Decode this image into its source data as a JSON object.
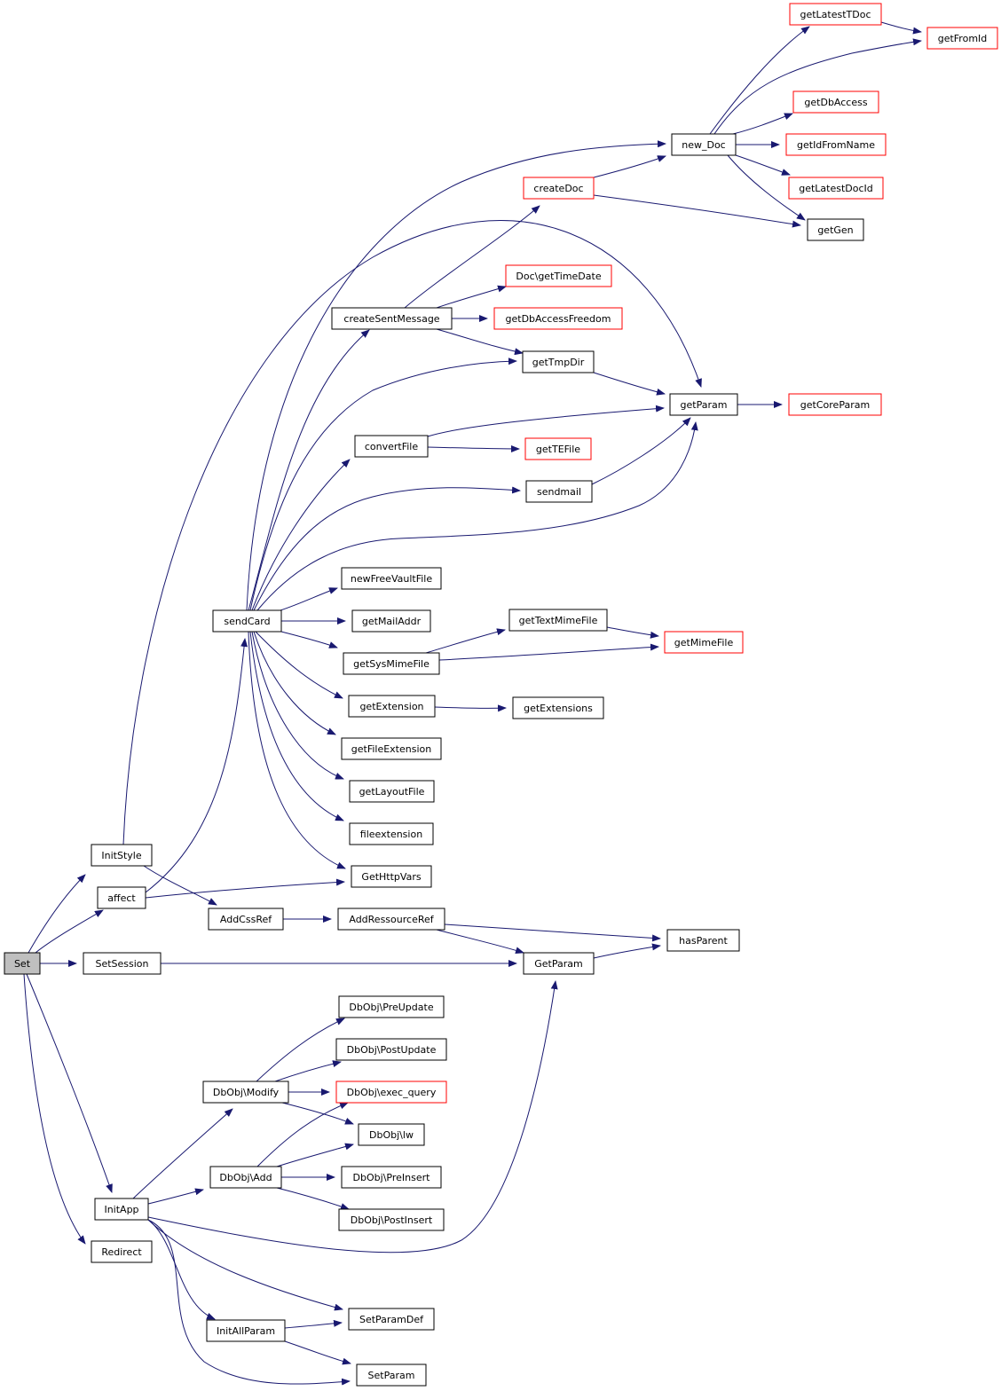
{
  "colors": {
    "edge": "#191970",
    "border_normal": "#000000",
    "border_truncated": "#ff0000",
    "fill_root": "#bfbfbf",
    "fill_normal": "#ffffff"
  },
  "nodes": [
    {
      "id": "Set",
      "label": "Set",
      "kind": "root"
    },
    {
      "id": "InitStyle",
      "label": "InitStyle",
      "kind": "normal"
    },
    {
      "id": "affect",
      "label": "affect",
      "kind": "normal"
    },
    {
      "id": "SetSession",
      "label": "SetSession",
      "kind": "normal"
    },
    {
      "id": "InitApp",
      "label": "InitApp",
      "kind": "normal"
    },
    {
      "id": "Redirect",
      "label": "Redirect",
      "kind": "normal"
    },
    {
      "id": "sendCard",
      "label": "sendCard",
      "kind": "normal"
    },
    {
      "id": "AddCssRef",
      "label": "AddCssRef",
      "kind": "normal"
    },
    {
      "id": "DbObjModify",
      "label": "DbObj\\Modify",
      "kind": "normal"
    },
    {
      "id": "DbObjAdd",
      "label": "DbObj\\Add",
      "kind": "normal"
    },
    {
      "id": "InitAllParam",
      "label": "InitAllParam",
      "kind": "normal"
    },
    {
      "id": "createSentMessage",
      "label": "createSentMessage",
      "kind": "normal"
    },
    {
      "id": "convertFile",
      "label": "convertFile",
      "kind": "normal"
    },
    {
      "id": "newFreeVaultFile",
      "label": "newFreeVaultFile",
      "kind": "normal"
    },
    {
      "id": "getMailAddr",
      "label": "getMailAddr",
      "kind": "normal"
    },
    {
      "id": "getSysMimeFile",
      "label": "getSysMimeFile",
      "kind": "normal"
    },
    {
      "id": "getExtension",
      "label": "getExtension",
      "kind": "normal"
    },
    {
      "id": "getFileExtension",
      "label": "getFileExtension",
      "kind": "normal"
    },
    {
      "id": "getLayoutFile",
      "label": "getLayoutFile",
      "kind": "normal"
    },
    {
      "id": "fileextension",
      "label": "fileextension",
      "kind": "normal"
    },
    {
      "id": "GetHttpVars",
      "label": "GetHttpVars",
      "kind": "normal"
    },
    {
      "id": "AddRessourceRef",
      "label": "AddRessourceRef",
      "kind": "normal"
    },
    {
      "id": "DbObjPreUpdate",
      "label": "DbObj\\PreUpdate",
      "kind": "normal"
    },
    {
      "id": "DbObjPostUpdate",
      "label": "DbObj\\PostUpdate",
      "kind": "normal"
    },
    {
      "id": "DbObjExecQuery",
      "label": "DbObj\\exec_query",
      "kind": "truncated"
    },
    {
      "id": "DbObjLw",
      "label": "DbObj\\lw",
      "kind": "normal"
    },
    {
      "id": "DbObjPreInsert",
      "label": "DbObj\\PreInsert",
      "kind": "normal"
    },
    {
      "id": "DbObjPostInsert",
      "label": "DbObj\\PostInsert",
      "kind": "normal"
    },
    {
      "id": "SetParamDef",
      "label": "SetParamDef",
      "kind": "normal"
    },
    {
      "id": "SetParam",
      "label": "SetParam",
      "kind": "normal"
    },
    {
      "id": "createDoc",
      "label": "createDoc",
      "kind": "truncated"
    },
    {
      "id": "DocGetTimeDate",
      "label": "Doc\\getTimeDate",
      "kind": "truncated"
    },
    {
      "id": "getDbAccessFreedom",
      "label": "getDbAccessFreedom",
      "kind": "truncated"
    },
    {
      "id": "getTmpDir",
      "label": "getTmpDir",
      "kind": "normal"
    },
    {
      "id": "getTEFile",
      "label": "getTEFile",
      "kind": "truncated"
    },
    {
      "id": "sendmail",
      "label": "sendmail",
      "kind": "normal"
    },
    {
      "id": "getTextMimeFile",
      "label": "getTextMimeFile",
      "kind": "normal"
    },
    {
      "id": "getExtensions",
      "label": "getExtensions",
      "kind": "normal"
    },
    {
      "id": "GetParam",
      "label": "GetParam",
      "kind": "normal"
    },
    {
      "id": "new_Doc",
      "label": "new_Doc",
      "kind": "normal"
    },
    {
      "id": "getParam",
      "label": "getParam",
      "kind": "normal"
    },
    {
      "id": "getMimeFile",
      "label": "getMimeFile",
      "kind": "truncated"
    },
    {
      "id": "hasParent",
      "label": "hasParent",
      "kind": "normal"
    },
    {
      "id": "getLatestTDoc",
      "label": "getLatestTDoc",
      "kind": "truncated"
    },
    {
      "id": "getDbAccess",
      "label": "getDbAccess",
      "kind": "truncated"
    },
    {
      "id": "getIdFromName",
      "label": "getIdFromName",
      "kind": "truncated"
    },
    {
      "id": "getLatestDocId",
      "label": "getLatestDocId",
      "kind": "truncated"
    },
    {
      "id": "getGen",
      "label": "getGen",
      "kind": "normal"
    },
    {
      "id": "getCoreParam",
      "label": "getCoreParam",
      "kind": "truncated"
    },
    {
      "id": "getFromId",
      "label": "getFromId",
      "kind": "truncated"
    }
  ],
  "edges": [
    [
      "Set",
      "InitStyle"
    ],
    [
      "Set",
      "affect"
    ],
    [
      "Set",
      "SetSession"
    ],
    [
      "Set",
      "InitApp"
    ],
    [
      "Set",
      "Redirect"
    ],
    [
      "InitStyle",
      "getParam"
    ],
    [
      "InitStyle",
      "AddCssRef"
    ],
    [
      "affect",
      "sendCard"
    ],
    [
      "affect",
      "GetHttpVars"
    ],
    [
      "SetSession",
      "GetParam"
    ],
    [
      "InitApp",
      "DbObjModify"
    ],
    [
      "InitApp",
      "DbObjAdd"
    ],
    [
      "InitApp",
      "GetParam"
    ],
    [
      "InitApp",
      "SetParamDef"
    ],
    [
      "InitApp",
      "InitAllParam"
    ],
    [
      "InitApp",
      "SetParam"
    ],
    [
      "sendCard",
      "new_Doc"
    ],
    [
      "sendCard",
      "createSentMessage"
    ],
    [
      "sendCard",
      "getTmpDir"
    ],
    [
      "sendCard",
      "convertFile"
    ],
    [
      "sendCard",
      "sendmail"
    ],
    [
      "sendCard",
      "getParam"
    ],
    [
      "sendCard",
      "newFreeVaultFile"
    ],
    [
      "sendCard",
      "getMailAddr"
    ],
    [
      "sendCard",
      "getSysMimeFile"
    ],
    [
      "sendCard",
      "getExtension"
    ],
    [
      "sendCard",
      "getFileExtension"
    ],
    [
      "sendCard",
      "getLayoutFile"
    ],
    [
      "sendCard",
      "fileextension"
    ],
    [
      "sendCard",
      "GetHttpVars"
    ],
    [
      "AddCssRef",
      "AddRessourceRef"
    ],
    [
      "AddRessourceRef",
      "GetParam"
    ],
    [
      "AddRessourceRef",
      "hasParent"
    ],
    [
      "GetParam",
      "hasParent"
    ],
    [
      "DbObjModify",
      "DbObjPreUpdate"
    ],
    [
      "DbObjModify",
      "DbObjPostUpdate"
    ],
    [
      "DbObjModify",
      "DbObjExecQuery"
    ],
    [
      "DbObjModify",
      "DbObjLw"
    ],
    [
      "DbObjAdd",
      "DbObjExecQuery"
    ],
    [
      "DbObjAdd",
      "DbObjLw"
    ],
    [
      "DbObjAdd",
      "DbObjPreInsert"
    ],
    [
      "DbObjAdd",
      "DbObjPostInsert"
    ],
    [
      "InitAllParam",
      "SetParamDef"
    ],
    [
      "InitAllParam",
      "SetParam"
    ],
    [
      "createSentMessage",
      "createDoc"
    ],
    [
      "createSentMessage",
      "DocGetTimeDate"
    ],
    [
      "createSentMessage",
      "getDbAccessFreedom"
    ],
    [
      "createSentMessage",
      "getTmpDir"
    ],
    [
      "createDoc",
      "new_Doc"
    ],
    [
      "createDoc",
      "getGen"
    ],
    [
      "new_Doc",
      "getLatestTDoc"
    ],
    [
      "new_Doc",
      "getFromId"
    ],
    [
      "new_Doc",
      "getDbAccess"
    ],
    [
      "new_Doc",
      "getIdFromName"
    ],
    [
      "new_Doc",
      "getLatestDocId"
    ],
    [
      "new_Doc",
      "getGen"
    ],
    [
      "getLatestTDoc",
      "getFromId"
    ],
    [
      "getTmpDir",
      "getParam"
    ],
    [
      "getParam",
      "getCoreParam"
    ],
    [
      "convertFile",
      "getParam"
    ],
    [
      "convertFile",
      "getTEFile"
    ],
    [
      "sendmail",
      "getParam"
    ],
    [
      "getSysMimeFile",
      "getTextMimeFile"
    ],
    [
      "getSysMimeFile",
      "getMimeFile"
    ],
    [
      "getTextMimeFile",
      "getMimeFile"
    ],
    [
      "getExtension",
      "getExtensions"
    ]
  ]
}
